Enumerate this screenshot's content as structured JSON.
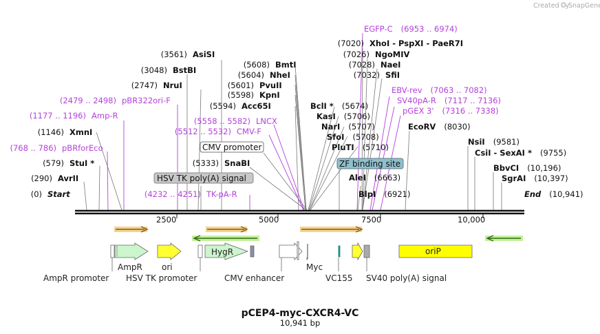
{
  "credit": {
    "text": "Created by",
    "brand": "SnapGene"
  },
  "plasmid": {
    "name": "pCEP4-myc-CXCR4-VC",
    "length": "10,941 bp"
  },
  "ticks": [
    "2500",
    "5000",
    "7500",
    "10,000"
  ],
  "left_labels": [
    {
      "kind": "site",
      "pos": "(0)",
      "name": "Start",
      "italic": true
    },
    {
      "kind": "site",
      "pos": "(290)",
      "name": "AvrII"
    },
    {
      "kind": "site",
      "pos": "(579)",
      "name": "StuI *"
    },
    {
      "kind": "primer",
      "pos": "(768 .. 786)",
      "name": "pBRforEco"
    },
    {
      "kind": "site",
      "pos": "(1146)",
      "name": "XmnI"
    },
    {
      "kind": "primer",
      "pos": "(1177 .. 1196)",
      "name": "Amp-R"
    },
    {
      "kind": "primer",
      "pos": "(2479 .. 2498)",
      "name": "pBR322ori-F"
    },
    {
      "kind": "site",
      "pos": "(2747)",
      "name": "NruI"
    },
    {
      "kind": "site",
      "pos": "(3048)",
      "name": "BstBI"
    },
    {
      "kind": "site",
      "pos": "(3561)",
      "name": "AsiSI"
    }
  ],
  "mid_labels": [
    {
      "kind": "site",
      "pos": "(5608)",
      "name": "BmtI"
    },
    {
      "kind": "site",
      "pos": "(5604)",
      "name": "NheI"
    },
    {
      "kind": "site",
      "pos": "(5601)",
      "name": "PvuII"
    },
    {
      "kind": "site",
      "pos": "(5598)",
      "name": "KpnI"
    },
    {
      "kind": "site",
      "pos": "(5594)",
      "name": "Acc65I"
    },
    {
      "kind": "primer",
      "pos": "(5558 .. 5582)",
      "name": "LNCX"
    },
    {
      "kind": "primer",
      "pos": "(5512 .. 5532)",
      "name": "CMV-F"
    },
    {
      "kind": "site",
      "pos": "(5333)",
      "name": "SnaBI"
    },
    {
      "kind": "primer",
      "pos": "(4232 .. 4251)",
      "name": "TK-pA-R"
    }
  ],
  "right_labels": [
    {
      "kind": "primer",
      "pos": "(6953 .. 6974)",
      "name": "EGFP-C"
    },
    {
      "kind": "site",
      "pos": "(7020)",
      "name": "XhoI  -  PspXI  -  PaeR7I"
    },
    {
      "kind": "site",
      "pos": "(7026)",
      "name": "NgoMIV"
    },
    {
      "kind": "site",
      "pos": "(7028)",
      "name": "NaeI"
    },
    {
      "kind": "site",
      "pos": "(7032)",
      "name": "SfiI"
    },
    {
      "kind": "primer",
      "pos": "(7063 .. 7082)",
      "name": "EBV-rev"
    },
    {
      "kind": "primer",
      "pos": "(7117 .. 7136)",
      "name": "SV40pA-R"
    },
    {
      "kind": "primer",
      "pos": "(7316 .. 7338)",
      "name": "pGEX 3'"
    },
    {
      "kind": "site",
      "pos": "(5674)",
      "name": "BclI *"
    },
    {
      "kind": "site",
      "pos": "(5706)",
      "name": "KasI"
    },
    {
      "kind": "site",
      "pos": "(5707)",
      "name": "NarI"
    },
    {
      "kind": "site",
      "pos": "(5708)",
      "name": "SfoI"
    },
    {
      "kind": "site",
      "pos": "(5710)",
      "name": "PluTI"
    },
    {
      "kind": "site",
      "pos": "(6663)",
      "name": "AleI"
    },
    {
      "kind": "site",
      "pos": "(6921)",
      "name": "BlpI"
    },
    {
      "kind": "site",
      "pos": "(8030)",
      "name": "EcoRV"
    }
  ],
  "far_right_labels": [
    {
      "kind": "site",
      "pos": "(9581)",
      "name": "NsiI"
    },
    {
      "kind": "site",
      "pos": "(9755)",
      "name": "CsiI  -  SexAI *"
    },
    {
      "kind": "site",
      "pos": "(10,196)",
      "name": "BbvCI"
    },
    {
      "kind": "site",
      "pos": "(10,397)",
      "name": "SgrAI"
    },
    {
      "kind": "site",
      "pos": "(10,941)",
      "name": "End",
      "italic": true
    }
  ],
  "boxed_features": [
    "CMV promoter",
    "HSV TK poly(A) signal",
    "ZF binding site"
  ],
  "features": [
    "AmpR",
    "ori",
    "HygR",
    "Myc",
    "oriP"
  ],
  "bottom_labels": [
    "AmpR promoter",
    "HSV TK promoter",
    "CMV enhancer",
    "VC155",
    "SV40 poly(A) signal"
  ]
}
